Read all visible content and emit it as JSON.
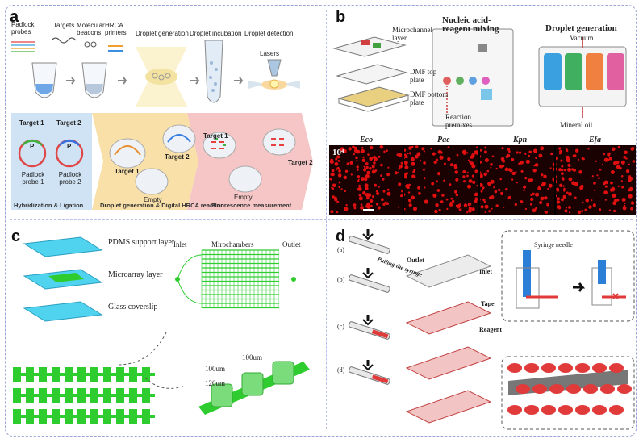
{
  "panels": {
    "a": {
      "letter": "a",
      "step_labels": [
        "Padlock probes",
        "Targets",
        "Molecular beacons",
        "HRCA primers",
        "Droplet generation",
        "Droplet incubation",
        "Droplet detection"
      ],
      "lasers": "Lasers",
      "band": {
        "target1": "Target 1",
        "target2": "Target 2",
        "padlock1": "Padlock probe 1",
        "padlock2": "Padlock probe 2",
        "p": "P",
        "mid_target1": "Target 1",
        "mid_target2": "Target 2",
        "mid_empty": "Empty",
        "right_target1": "Target 1",
        "right_target2": "Target 2",
        "right_empty": "Empty",
        "section1": "Hybridization & Ligation",
        "section2": "Droplet generation & Digital HRCA reaction",
        "section3": "Fluorescence measurement"
      },
      "colors": {
        "band1": "#cfe3f5",
        "band2": "#f8e0a8",
        "band3": "#f6c6c6"
      }
    },
    "b": {
      "letter": "b",
      "layers": [
        "Microchannel layer",
        "DMF top plate",
        "DMF bottom plate"
      ],
      "mix_title": "Nucleic acid-reagent mixing",
      "reaction": "Reaction premixes",
      "drop_title": "Droplet generation",
      "vacuum": "Vacuum",
      "mineral": "Mineral oil",
      "organisms": [
        "Eco",
        "Pae",
        "Kpn",
        "Efa"
      ],
      "magnitude": "10⁴",
      "colors": {
        "fluor_bg": "#1a0202",
        "dot": "#e01010"
      }
    },
    "c": {
      "letter": "c",
      "layers": [
        "PDMS support layer",
        "Microarray layer",
        "Glass coverslip"
      ],
      "inlet": "Inlet",
      "chambers": "Mirochambers",
      "outlet": "Outlet",
      "dims": [
        "100um",
        "100um",
        "120um"
      ],
      "colors": {
        "cyan": "#4fd3ef",
        "green": "#2ecc2e"
      }
    },
    "d": {
      "letter": "d",
      "steps": [
        "(a)",
        "(b)",
        "(c)",
        "(d)"
      ],
      "pulling": "Pulling the syringe",
      "outlet": "Outlet",
      "inlet": "Inlet",
      "tape": "Tape",
      "reagent": "Reagent",
      "needle": "Syringe needle",
      "colors": {
        "red": "#e03a3a",
        "blue": "#2b7fd6"
      }
    }
  }
}
